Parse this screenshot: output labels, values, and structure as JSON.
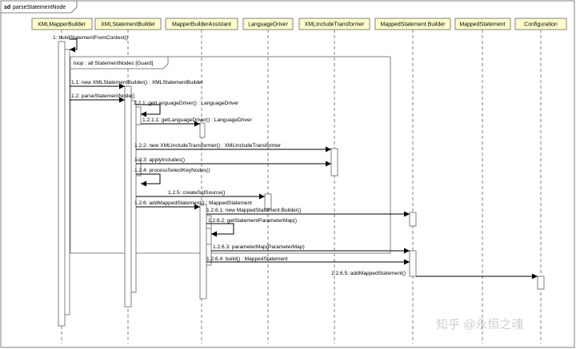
{
  "frame": {
    "keyword": "sd",
    "name": "parseStatementNode"
  },
  "lifelines": [
    {
      "id": "xmb",
      "label": "XMLMapperBuilder"
    },
    {
      "id": "xsb",
      "label": "XMLStatementBuilder"
    },
    {
      "id": "mba",
      "label": "MapperBuilderAssistant"
    },
    {
      "id": "ld",
      "label": "LanguageDriver"
    },
    {
      "id": "xit",
      "label": "XMLIncludeTransformer"
    },
    {
      "id": "msb",
      "label": "MappedStatement.Builder"
    },
    {
      "id": "ms",
      "label": "MappedStatement"
    },
    {
      "id": "cfg",
      "label": "Configuration"
    }
  ],
  "loop": {
    "label": "loop : all StatementNodes  [Guard]"
  },
  "messages": [
    {
      "label": "1: buildStatementFromContext()"
    },
    {
      "label": "1.1: new XMLStatementBuilder() : XMLStatementBuilder"
    },
    {
      "label": "1.2: parseStatementNode()"
    },
    {
      "label": "1.2.1: getLanguageDriver() : LanguageDriver"
    },
    {
      "label": "1.2.1.1: getLanguageDriver() : LanguageDriver"
    },
    {
      "label": "1.2.2: new XMLIncludeTransformer() : XMLIncludeTransformer"
    },
    {
      "label": "1.2.3: applyIncludes()"
    },
    {
      "label": "1.2.4: processSelectKeyNodes()"
    },
    {
      "label": "1.2.5: createSqlSource()"
    },
    {
      "label": "1.2.6: addMappedStatement() : MappedStatement"
    },
    {
      "label": "1.2.6.1: new MappedStatement.Builder()"
    },
    {
      "label": "1.2.6.2: getStatementParameterMap()"
    },
    {
      "label": "1.2.6.3: parameterMap(ParameterMap)"
    },
    {
      "label": "1.2.6.4: build() : MappedStatement"
    },
    {
      "label": "1.2.6.5: addMappedStatement()"
    }
  ],
  "watermark": {
    "text": "知乎 @永恒之魂"
  }
}
